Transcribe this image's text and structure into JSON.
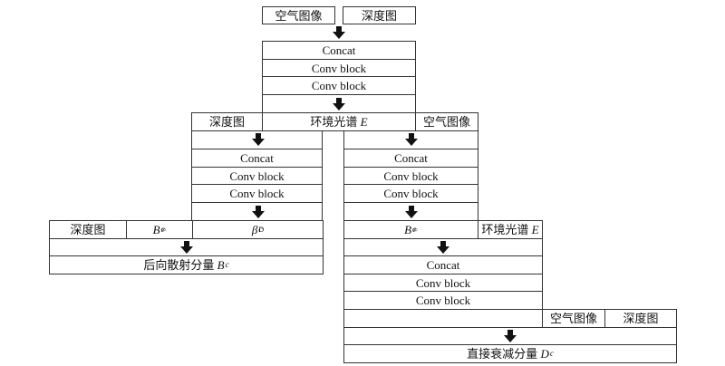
{
  "labels": {
    "air_image": "空气图像",
    "depth_map": "深度图",
    "concat": "Concat",
    "conv_block": "Conv block",
    "env_spectrum": "环境光谱",
    "env_spectrum_sym": "E",
    "b_inf_sym": "B",
    "b_inf_sub": "c",
    "b_inf_sup": "∞",
    "beta_sym": "β",
    "beta_sub": "c",
    "beta_sup": "D",
    "backscatter": "后向散射分量",
    "backscatter_sym": "B",
    "backscatter_sub": "c",
    "direct": "直接衰减分量",
    "direct_sym": "D",
    "direct_sub": "c"
  }
}
